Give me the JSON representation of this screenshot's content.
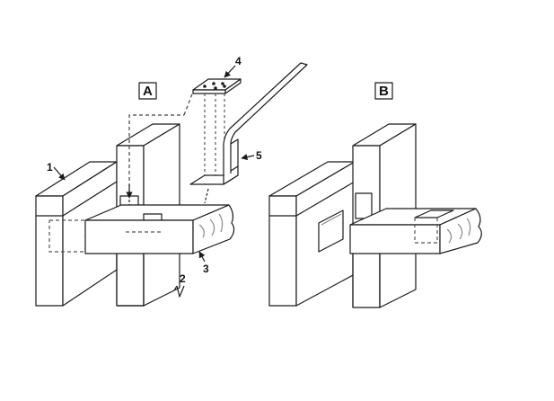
{
  "figure": {
    "panel_a_label": "A",
    "panel_b_label": "B",
    "callouts": [
      "1",
      "2",
      "3",
      "4",
      "5"
    ]
  },
  "colors": {
    "ink": "#1a1a1a",
    "hatch": "#8a8a8a",
    "paper": "#ffffff"
  },
  "icons": {
    "arrow": "arrow-icon",
    "hook": "hook-arrow-icon"
  }
}
